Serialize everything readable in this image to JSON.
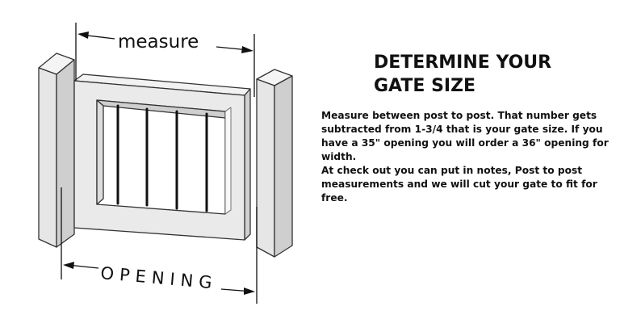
{
  "diagram": {
    "measure_label": "measure",
    "opening_label": "OPENING"
  },
  "info": {
    "title_line1": "DETERMINE YOUR",
    "title_line2": "GATE SIZE",
    "paragraph1": "Measure between post to post. That number gets subtracted from 1-3/4 that is your gate size. If you have a 35\" opening you will order a 36\" opening for width.",
    "paragraph2": "At check out you can put in notes, Post to post measurements and we will cut your gate to fit for free."
  }
}
